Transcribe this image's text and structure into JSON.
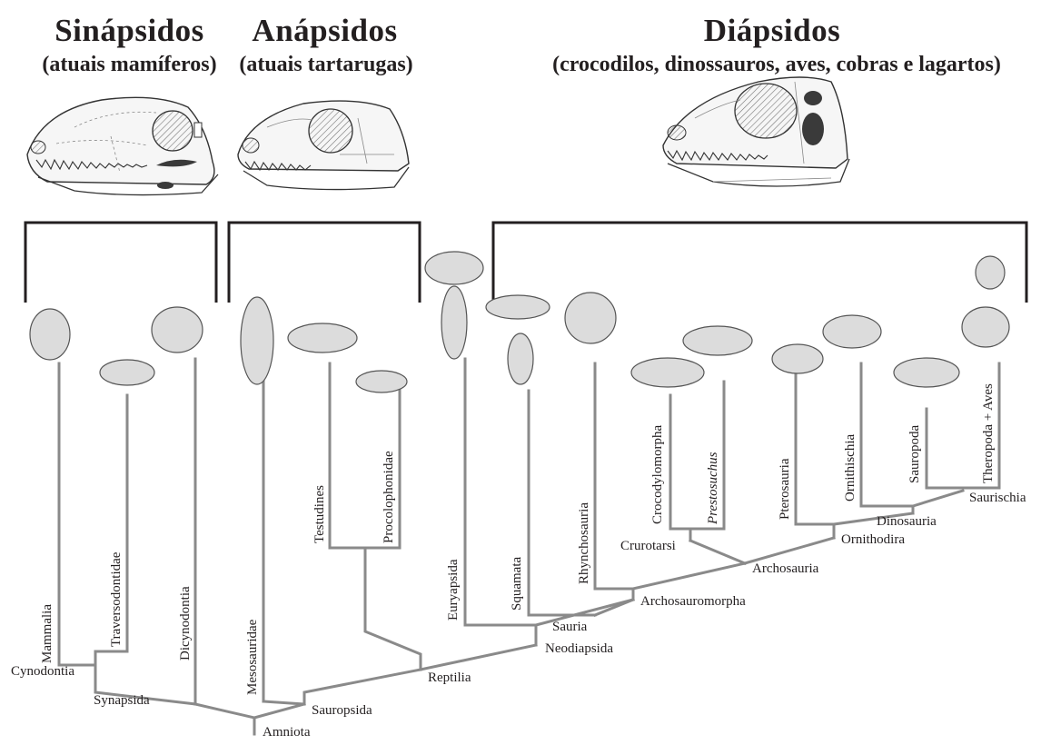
{
  "groups": [
    {
      "id": "synapsids",
      "title": "Sinápsidos",
      "subtitle": "(atuais mamíferos)"
    },
    {
      "id": "anapsids",
      "title": "Anápsidos",
      "subtitle": "(atuais tartarugas)"
    },
    {
      "id": "diapsids",
      "title": "Diápsidos",
      "subtitle": "(crocodilos, dinossauros, aves, cobras e lagartos)"
    }
  ],
  "taxa": [
    {
      "name": "Mammalia",
      "italic": false
    },
    {
      "name": "Traversodontidae",
      "italic": false
    },
    {
      "name": "Dicynodontia",
      "italic": false
    },
    {
      "name": "Mesosauridae",
      "italic": false
    },
    {
      "name": "Testudines",
      "italic": false
    },
    {
      "name": "Procolophonidae",
      "italic": false
    },
    {
      "name": "Euryapsida",
      "italic": false
    },
    {
      "name": "Squamata",
      "italic": false
    },
    {
      "name": "Rhynchosauria",
      "italic": false
    },
    {
      "name": "Crocodylomorpha",
      "italic": false
    },
    {
      "name": "Prestosuchus",
      "italic": true
    },
    {
      "name": "Pterosauria",
      "italic": false
    },
    {
      "name": "Ornithischia",
      "italic": false
    },
    {
      "name": "Sauropoda",
      "italic": false
    },
    {
      "name": "Theropoda + Aves",
      "italic": false
    }
  ],
  "nodes": [
    {
      "name": "Amniota"
    },
    {
      "name": "Synapsida"
    },
    {
      "name": "Cynodontia"
    },
    {
      "name": "Sauropsida"
    },
    {
      "name": "Reptilia"
    },
    {
      "name": "Neodiapsida"
    },
    {
      "name": "Sauria"
    },
    {
      "name": "Archosauromorpha"
    },
    {
      "name": "Archosauria"
    },
    {
      "name": "Crurotarsi"
    },
    {
      "name": "Ornithodira"
    },
    {
      "name": "Dinosauria"
    },
    {
      "name": "Saurischia"
    }
  ],
  "colors": {
    "branch": "#8a8a8a",
    "bracket": "#231f20",
    "ink": "#231f20",
    "animal_fill": "#dcdcdc",
    "animal_stroke": "#555555",
    "skull_fill": "#f6f6f6",
    "hatch": "#777777",
    "dark_fenestra": "#3a3a3a"
  }
}
